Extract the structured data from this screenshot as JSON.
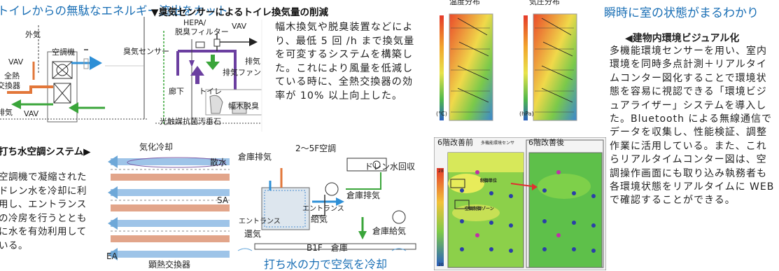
{
  "top_left": {
    "title": "トイレからの無駄なエネルギー流出をカット",
    "diagram_labels": {
      "outside_air": "外気",
      "vav_top": "VAV",
      "aircon": "空調機",
      "hx_1": "全熱",
      "hx_2": "交換器",
      "exhaust": "排気",
      "vav_bottom": "VAV"
    }
  },
  "top_middle": {
    "title": "▼臭気センサーによるトイレ換気量の削減",
    "diagram_labels": {
      "hepa_1": "HEPA/",
      "hepa_2": "脱臭フィルター",
      "vav": "VAV",
      "odor_sensor": "臭気センサー",
      "exhaust": "排気",
      "exhaust_fan": "排気ファン",
      "corridor": "廊下",
      "toilet": "トイレ",
      "baseboard_deodor": "幅木脱臭",
      "photocatalyst": "光触媒抗菌汚垂石"
    },
    "body": "幅木換気や脱臭装置などにより、最低 5 回 /h まで換気量を可変するシステムを構築した。これにより風量を低減している時に、全熱交換器の効率が 10% 以上向上した。"
  },
  "bottom_left": {
    "title": "打ち水空調システム▶",
    "body": "空調機で凝縮されたドレン水を冷却に利用し、エントランスの冷房を行うとともに水を有効利用している。",
    "diagram_labels": {
      "evap_cooling": "気化冷却",
      "sprinkle": "散水",
      "sa": "SA",
      "ea": "EA",
      "sensible_hx": "顕熱交換器",
      "warehouse_exhaust_1": "倉庫排気",
      "aircon_2_5f": "2～5F空調",
      "drain_recovery": "ドレン水回収",
      "warehouse_exhaust_2": "倉庫排気",
      "entrance_supply_1": "エントランス",
      "entrance_supply_2": "給気",
      "entrance_return_1": "エントランス",
      "entrance_return_2": "還気",
      "warehouse_supply": "倉庫給気",
      "b1f_warehouse": "B1F　倉庫",
      "caption": "打ち水の力で空気を冷却"
    }
  },
  "right": {
    "header_label_temp": "温度分布",
    "header_label_pressure": "気圧分布",
    "title": "瞬時に室の状態がまるわかり",
    "subtitle": "◀建物内環境ビジュアル化",
    "body": "多機能環境センサーを用い、室内環境を同時多点計測＋リアルタイムコンター図化することで環境状態を容易に視認できる「環境ビジュアライザー」システムを導入した。Bluetooth による無線通信でデータを収集し、性能検証、調整作業に活用している。また、これらリアルタイムコンター図は、空調操作画面にも取り込み執務者も各環境状態をリアルタイムに WEB で確認することができる。",
    "floor_before": "6階改善前",
    "floor_before_sub": "多機能環境センサ",
    "floor_after": "6階改善後",
    "unit_c": "(°C)",
    "unit_hpa": "(hPa)",
    "scale_top": "28",
    "scale_bottom": "20",
    "label_control_unit": "制御単位",
    "label_system_control": "空調制御ゾーン"
  },
  "colors": {
    "title_blue": "#1a6fb5",
    "supply_blue": "#2e8fd6",
    "exhaust_green": "#3aa53a",
    "return_orange": "#e2773a",
    "purple": "#6b3fa0"
  }
}
